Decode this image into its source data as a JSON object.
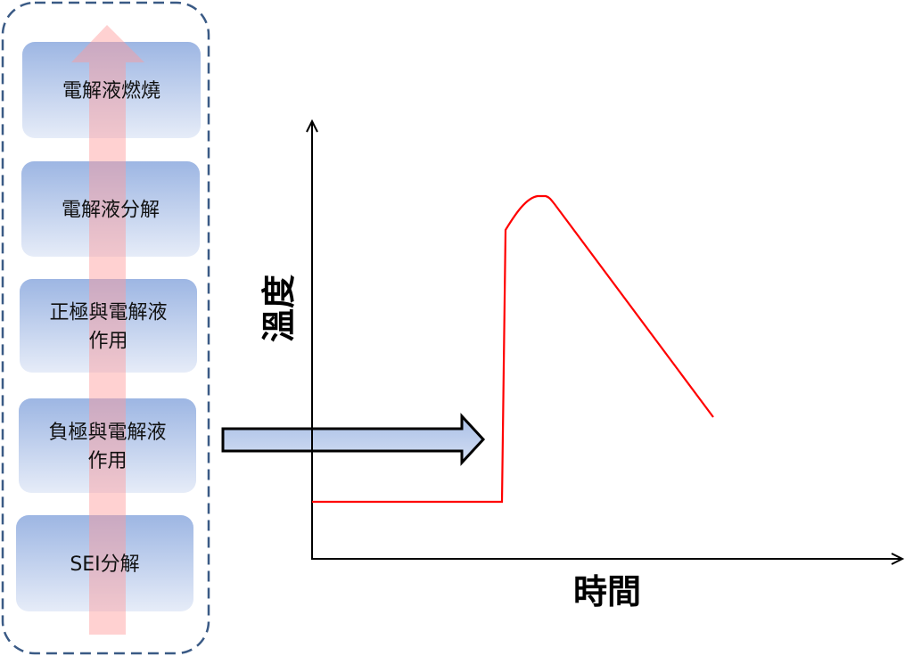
{
  "stages": [
    {
      "lines": [
        "電解液燃燒"
      ]
    },
    {
      "lines": [
        "電解液分解"
      ]
    },
    {
      "lines": [
        "正極與電解液",
        "作用"
      ]
    },
    {
      "lines": [
        "負極與電解液",
        "作用"
      ]
    },
    {
      "lines": [
        "SEI分解"
      ]
    }
  ],
  "axes": {
    "y_label": "溫度",
    "x_label": "時間"
  },
  "colors": {
    "curve": "#ff0000",
    "box_top": "#9db6e3",
    "box_bottom": "#e6ecf8",
    "progress_arrow": "#ffb3b3",
    "container_border": "#3a5a85"
  }
}
